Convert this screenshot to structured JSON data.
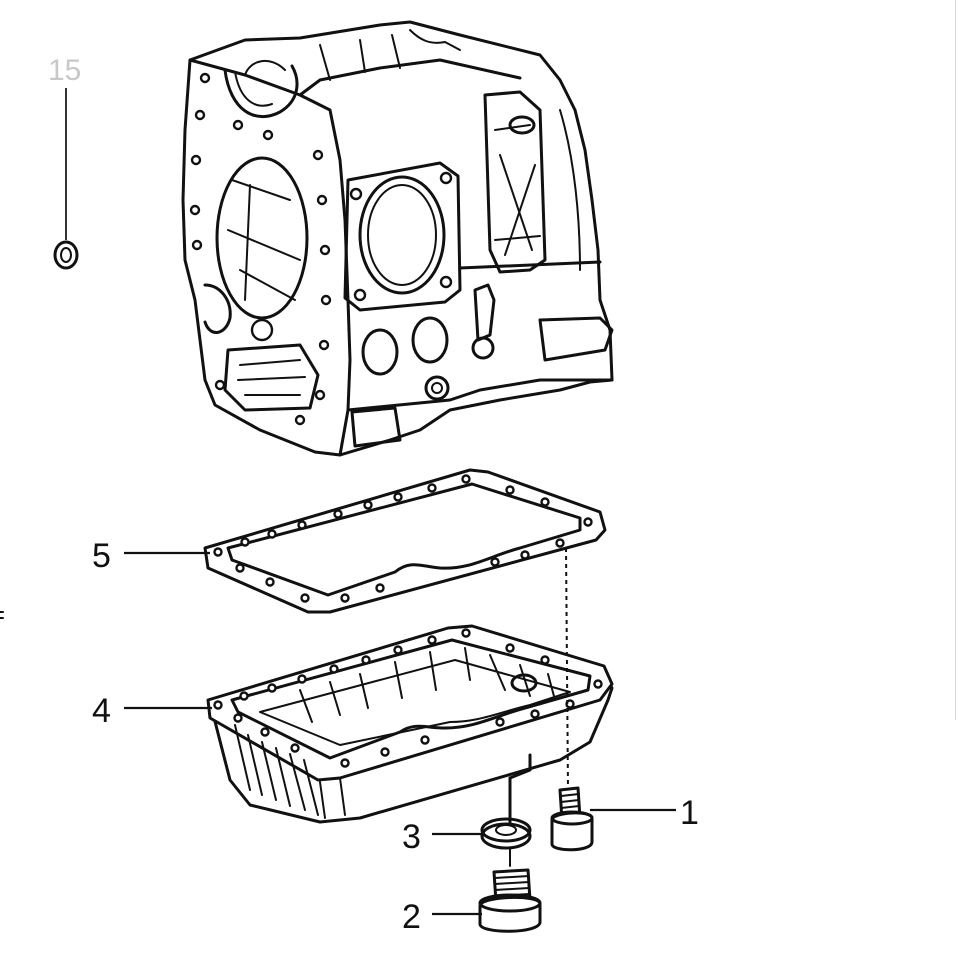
{
  "callouts": {
    "c15": "15",
    "c5": "5",
    "c4": "4",
    "c3": "3",
    "c2": "2",
    "c1": "1"
  }
}
